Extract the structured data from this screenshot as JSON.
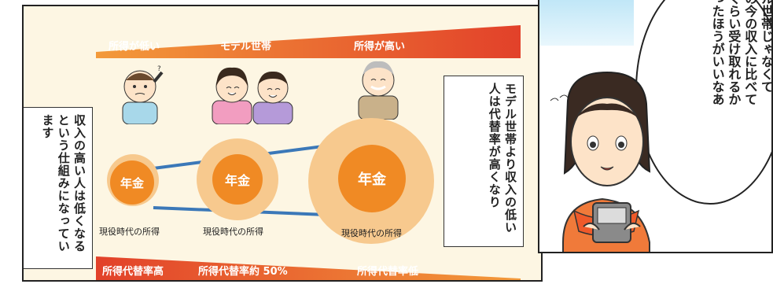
{
  "top_banner": {
    "labels": [
      "所得が低い",
      "モデル世帯",
      "所得が高い"
    ]
  },
  "bottom_banner": {
    "labels": [
      "所得代替率高",
      "所得代替率約 50%",
      "所得代替率低"
    ]
  },
  "circles": {
    "inner_label": "年金",
    "captions": [
      "現役時代の所得",
      "現役時代の所得",
      "現役時代の所得"
    ]
  },
  "left_box": {
    "text": "収入の高い人は低くなるという仕組みになっています"
  },
  "right_box": {
    "text": "モデル世帯より収入の低い人は代替率が高くなり"
  },
  "speech_bubble": {
    "lines": [
      "デル世帯じゃなくて",
      "分の今の収入に比べて",
      "のくらい受け取れるか",
      "かったほうがいいなあ"
    ]
  },
  "colors": {
    "banner_red": "#e2412a",
    "banner_orange": "#f39a3a",
    "circle_inner": "#f08a24",
    "circle_outer": "#f7c98e",
    "connector_line": "#3b78b8"
  }
}
